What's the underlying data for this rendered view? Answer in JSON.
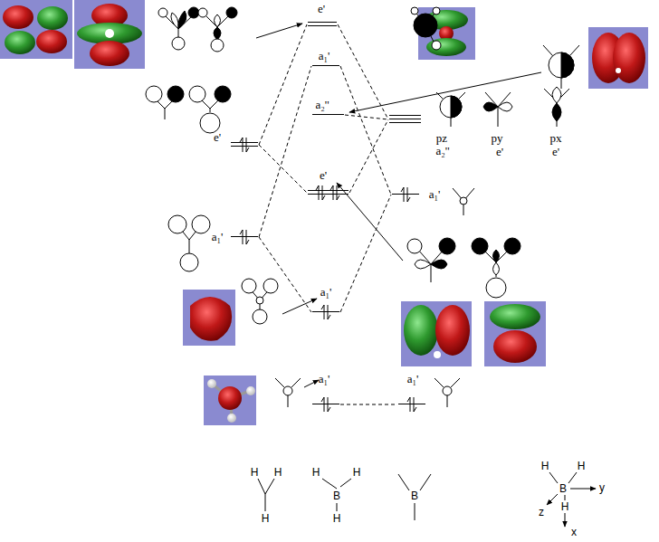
{
  "diagram": {
    "nodes": [
      {
        "text": [
          "e'"
        ]
      },
      {
        "text": [
          "a₁'"
        ]
      },
      {
        "text": [
          "a₂''"
        ]
      },
      {
        "text": [
          "pz",
          "a₂''",
          "py",
          "e'",
          "px",
          "e'"
        ]
      },
      {
        "text": [
          "e'"
        ]
      },
      {
        "text": [
          "e'"
        ]
      },
      {
        "text": [
          "a₁'"
        ]
      },
      {
        "text": [
          "a₁'"
        ]
      },
      {
        "text": [
          "a₁'"
        ]
      },
      {
        "text": [
          "a₁'"
        ]
      },
      {
        "text": [
          "a₁'"
        ]
      }
    ],
    "edges": [
      {
        "from": 4,
        "to": 0,
        "arrow": "none"
      },
      {
        "from": 4,
        "to": 5,
        "arrow": "none"
      },
      {
        "from": 7,
        "to": 1,
        "arrow": "none"
      },
      {
        "from": 7,
        "to": 8,
        "arrow": "none"
      },
      {
        "from": 0,
        "to": 3,
        "arrow": "none"
      },
      {
        "from": 2,
        "to": 3,
        "arrow": "none"
      },
      {
        "from": 5,
        "to": 3,
        "arrow": "none"
      },
      {
        "from": 1,
        "to": 6,
        "arrow": "none"
      },
      {
        "from": 8,
        "to": 6,
        "arrow": "none"
      },
      {
        "from": 9,
        "to": 10,
        "arrow": "none"
      }
    ],
    "labels": [
      "H",
      "H",
      "H",
      "H",
      "H",
      "B",
      "H",
      "B",
      "H",
      "H",
      "B",
      "y",
      "z",
      "H",
      "x"
    ]
  }
}
